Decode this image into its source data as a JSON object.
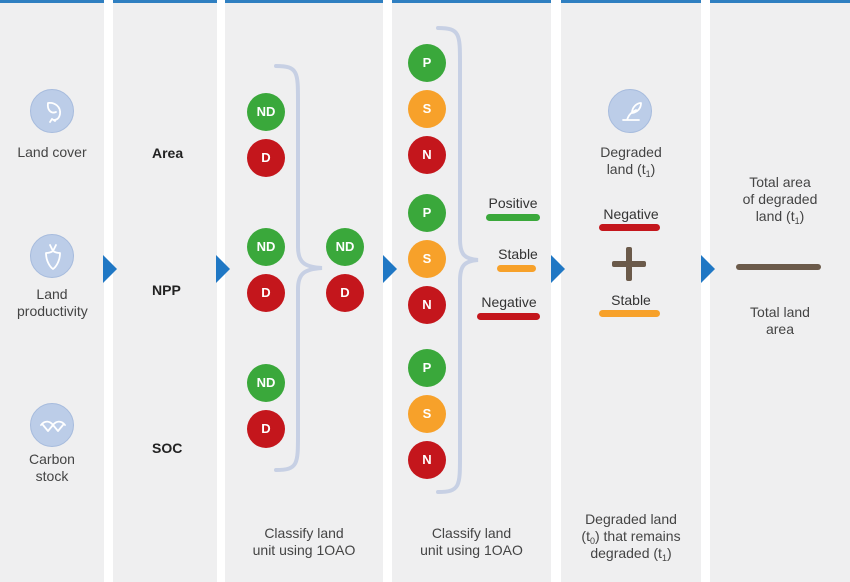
{
  "indicators": [
    {
      "label": "Land cover",
      "icon": "land-cover-icon",
      "metric": "Area"
    },
    {
      "label": "Land productivity",
      "icon": "land-productivity-icon",
      "metric": "NPP"
    },
    {
      "label": "Carbon stock",
      "icon": "carbon-stock-icon",
      "metric": "SOC"
    }
  ],
  "codes": {
    "nd": "ND",
    "d": "D",
    "p": "P",
    "s": "S",
    "n": "N"
  },
  "trends": {
    "positive": "Positive",
    "stable": "Stable",
    "negative": "Negative"
  },
  "step3": {
    "caption_1": "Classify land",
    "caption_2": "unit using 1OAO"
  },
  "step4": {
    "caption_1": "Classify land",
    "caption_2": "unit using 1OAO"
  },
  "step5": {
    "title_1": "Degraded",
    "title_2": "land (t",
    "title_sub": "1",
    "title_end": ")",
    "negative": "Negative",
    "stable": "Stable",
    "plus": "+",
    "footer_1": "Degraded land",
    "footer_2a": "(t",
    "footer_2sub": "0",
    "footer_2b": ") that remains",
    "footer_3a": "degraded (t",
    "footer_3sub": "1",
    "footer_3b": ")"
  },
  "step6": {
    "num_1": "Total area",
    "num_2": "of degraded",
    "num_3a": "land (t",
    "num_3sub": "1",
    "num_3b": ")",
    "den_1": "Total land",
    "den_2": "area"
  },
  "colors": {
    "header_rule": "#2f7fc1",
    "arrow": "#1f77c4",
    "green": "#3aa83b",
    "red": "#c4161c",
    "orange": "#f7a12a",
    "plus": "#6b5a4a",
    "fraction_bar": "#6b5a4a"
  }
}
